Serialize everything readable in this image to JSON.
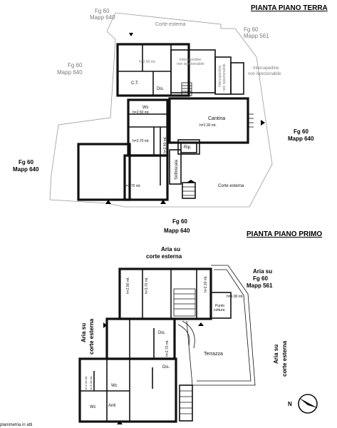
{
  "ground_floor": {
    "title": "PIANTA PIANO TERRA",
    "corte_esterna_top": "Corte esterna",
    "parcels": {
      "top_center": [
        "Fg 60",
        "Mapp 640"
      ],
      "top_right": [
        "Fg 60",
        "Mapp 561"
      ],
      "left_upper": [
        "Fg 60",
        "Mapp 640"
      ],
      "left_lower": [
        "Fg 60",
        "Mapp 640"
      ],
      "right": [
        "Fg 60",
        "Mapp 640"
      ],
      "bottom": [
        "Fg 60",
        "Mapp 640"
      ]
    },
    "rooms": {
      "h_top": "h=2.60 mt.",
      "intercapedine_1": [
        "Intercapedine",
        "non ispezionabile"
      ],
      "intercapedine_2": [
        "Intercapedine",
        "non ispezionabile"
      ],
      "intercapedine_3": [
        "Intercapedine",
        "non ispezionabile"
      ],
      "ct": "C.T.",
      "dis": "Dis.",
      "wc": "Wc",
      "wc_h": "h=2.50 mt.",
      "room_mid_h": "h=2,70 mt.",
      "room_right_h": "h=2.40 mt.",
      "cantina": "Cantina",
      "cantina_h": "h=2.30 mt.",
      "rip": "Rip.",
      "sottoscala": "Sottoscala",
      "room_left_h": "h=2,70 mt.",
      "corte_esterna_right": "Corte esterna"
    }
  },
  "first_floor": {
    "title": "PIANTA PIANO PRIMO",
    "aria_top": [
      "Aria su",
      "corte esterna"
    ],
    "aria_right": [
      "Aria su",
      "Fg 60",
      "Mapp 561"
    ],
    "aria_left": [
      "Aria su",
      "corte esterna"
    ],
    "aria_far_right": [
      "Aria su",
      "corte esterna"
    ],
    "rooms": {
      "h1": "h=2.90 mt.",
      "h2": "h=3.70 mt.",
      "h3": "h=2.20 mt.",
      "h4": "h=1.90 mt.",
      "punto_cottura": [
        "Punto",
        "cottura"
      ],
      "dis1": "Dis.",
      "terrazza": "Terrazza",
      "h5": "h=2.70 mt.",
      "dis2": "Dis.",
      "wc1": "Wc",
      "wc2": "Wc",
      "h_a": "h=2.10 mt.",
      "h_b": "h=2.10 mt.",
      "anti": "Anti"
    },
    "north": "N"
  },
  "footer": "planimetria in atti"
}
